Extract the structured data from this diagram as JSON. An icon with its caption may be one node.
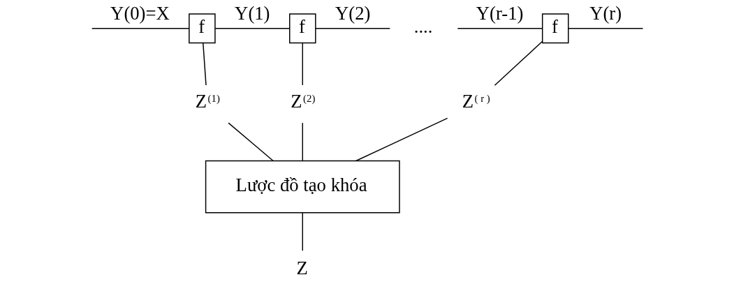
{
  "diagram": {
    "nodes": [
      {
        "text": [
          "f"
        ]
      },
      {
        "text": [
          "f"
        ]
      },
      {
        "text": [
          "...."
        ]
      },
      {
        "text": [
          "f"
        ]
      },
      {
        "text": [
          "Z$^{(1)}$"
        ]
      },
      {
        "text": [
          "Z$^{(2)}$"
        ]
      },
      {
        "text": [
          "Z$^{( r )}$"
        ]
      },
      {
        "text": [
          "Lược đồ tạo khóa"
        ]
      },
      {
        "text": [
          "Z"
        ]
      }
    ],
    "edges": [
      {
        "from": null,
        "to": 0,
        "arrow": "none",
        "label": "Y(0)=X"
      },
      {
        "from": 0,
        "to": 1,
        "arrow": "none",
        "label": "Y(1)"
      },
      {
        "from": 1,
        "to": 2,
        "arrow": "none",
        "label": "Y(2)"
      },
      {
        "from": 2,
        "to": 3,
        "arrow": "none",
        "label": "Y(r-1)"
      },
      {
        "from": 3,
        "to": null,
        "arrow": "none",
        "label": "Y(r)"
      },
      {
        "from": 0,
        "to": 4,
        "arrow": "none"
      },
      {
        "from": 1,
        "to": 5,
        "arrow": "none"
      },
      {
        "from": 3,
        "to": 6,
        "arrow": "none"
      },
      {
        "from": 4,
        "to": 7,
        "arrow": "none"
      },
      {
        "from": 5,
        "to": 7,
        "arrow": "none"
      },
      {
        "from": 6,
        "to": 7,
        "arrow": "none"
      },
      {
        "from": 7,
        "to": 8,
        "arrow": "none"
      }
    ]
  }
}
